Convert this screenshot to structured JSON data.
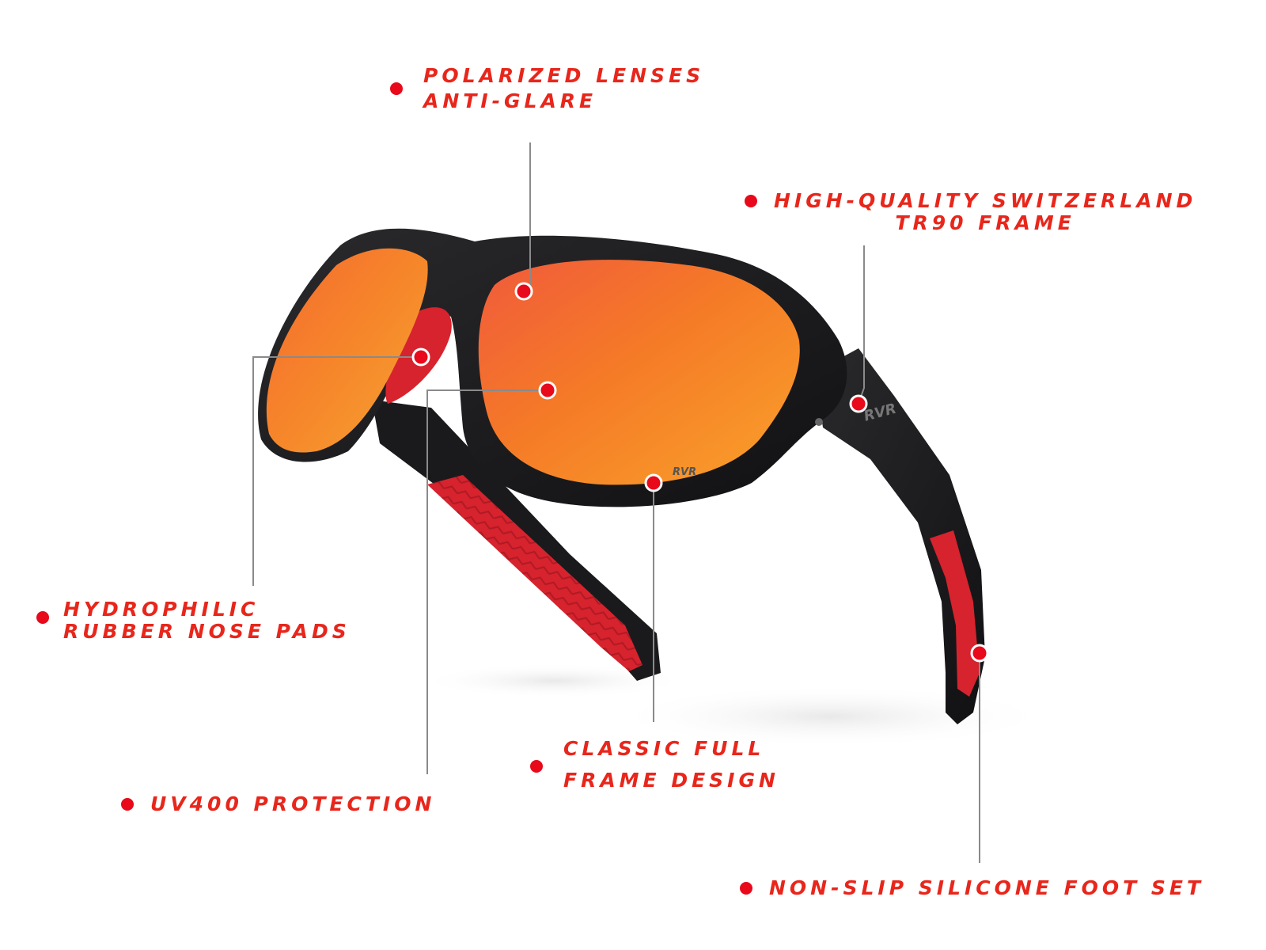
{
  "colors": {
    "accent": "#e8261b",
    "frame": "#1c1c1e",
    "temple_red": "#d6232e",
    "lens_orange": "#f47a2a",
    "leader_line": "#8a8a8a"
  },
  "logo": {
    "text": "RVR"
  },
  "callouts": {
    "polarized": {
      "line1": "POLARIZED LENSES",
      "line2": "ANTI-GLARE"
    },
    "frame_material": {
      "line1": "HIGH-QUALITY SWITZERLAND",
      "line2": "TR90 FRAME"
    },
    "nose_pads": {
      "line1": "HYDROPHILIC",
      "line2": "RUBBER NOSE PADS"
    },
    "uv": {
      "line1": "UV400 PROTECTION"
    },
    "frame_design": {
      "line1": "CLASSIC FULL",
      "line2": "FRAME DESIGN"
    },
    "foot_set": {
      "line1": "NON-SLIP SILICONE FOOT SET"
    }
  }
}
